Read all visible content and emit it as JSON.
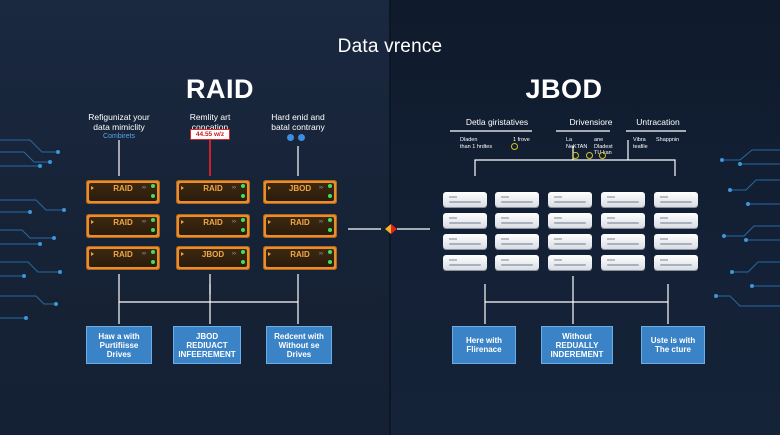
{
  "title": "Data vrence",
  "raid": {
    "heading": "RAID",
    "labels": [
      {
        "text": "Refigunizat your\ndata mimiclity",
        "sub": "Combirets"
      },
      {
        "text": "Remlity art\nconcation",
        "badge": "44.55 w/z"
      },
      {
        "text": "Hard enid and\nbatal contrany"
      }
    ],
    "drive_columns": [
      [
        "RAID",
        "RAID",
        "RAID"
      ],
      [
        "RAID",
        "RAID",
        "JBOD"
      ],
      [
        "JBOD",
        "RAID",
        "RAID"
      ]
    ],
    "boxes": [
      "Haw a with\nPurtifiisse\nDrives",
      "JBOD\nREDIUACT\nINFEEREMENT",
      "Redcent with\nWithout se\nDrives"
    ]
  },
  "jbod": {
    "heading": "JBOD",
    "labels": [
      "Detla giristatives",
      "Drivensiore",
      "Untracation"
    ],
    "tiny": [
      "Dladen\nthan 1 hrdtes",
      "1 frove",
      "La\nNeKTAN",
      "ane\nDladest\nTU kan",
      "Vibra\nteafile",
      "Shappnin"
    ],
    "boxes": [
      "Here with\nFlirenace",
      "Without\nREDUALLY\nINDEREMENT",
      "Uste is with\nThe cture"
    ]
  },
  "colors": {
    "raid_orange": "#e88f2b",
    "box_blue": "#3b83c7",
    "led_green": "#3fe05a",
    "accent_red": "#e02424",
    "accent_yellow": "#d6c21c"
  }
}
